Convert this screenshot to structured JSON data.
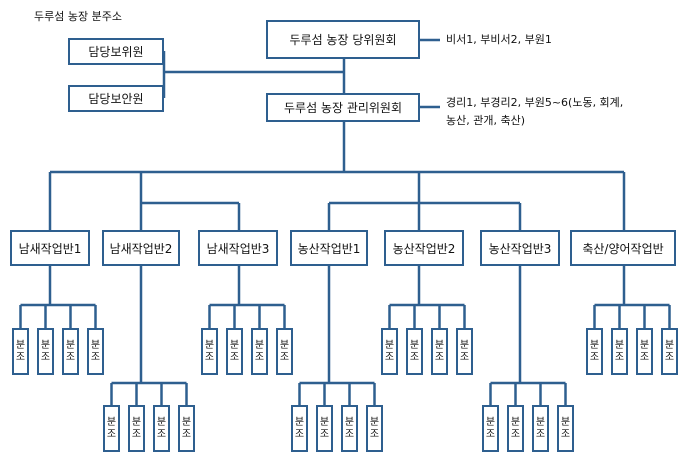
{
  "branch_office": {
    "title": "두루섬 농장 분주소",
    "officers": [
      "담당보위원",
      "담당보안원"
    ]
  },
  "party_committee": {
    "label": "두루섬 농장 당위원회",
    "note": "비서1, 부비서2, 부원1"
  },
  "management_committee": {
    "label": "두루섬 농장 관리위원회",
    "note_lines": [
      "경리1, 부경리2, 부원5~6(노동, 회계,",
      "농산, 관개, 축산)"
    ]
  },
  "teams": [
    {
      "label": "남새작업반1",
      "squads": [
        "분조",
        "분조",
        "분조",
        "분조"
      ]
    },
    {
      "label": "남새작업반2",
      "squads": [
        "분조",
        "분조",
        "분조",
        "분조"
      ]
    },
    {
      "label": "남새작업반3",
      "squads": [
        "분조",
        "분조",
        "분조",
        "분조"
      ]
    },
    {
      "label": "농산작업반1",
      "squads": [
        "분조",
        "분조",
        "분조",
        "분조"
      ]
    },
    {
      "label": "농산작업반2",
      "squads": [
        "분조",
        "분조",
        "분조",
        "분조"
      ]
    },
    {
      "label": "농산작업반3",
      "squads": [
        "분조",
        "분조",
        "분조",
        "분조"
      ]
    },
    {
      "label": "축산/양어작업반",
      "squads": [
        "분조",
        "분조",
        "분조",
        "분조"
      ]
    }
  ]
}
